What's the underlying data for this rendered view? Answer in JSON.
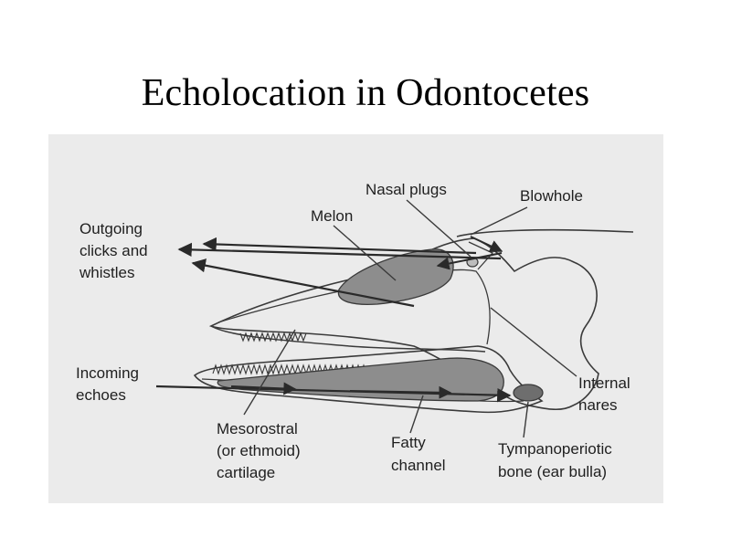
{
  "slide": {
    "title": "Echolocation in Odontocetes"
  },
  "diagram": {
    "labels": {
      "nasal_plugs": "Nasal plugs",
      "blowhole": "Blowhole",
      "melon": "Melon",
      "outgoing_1": "Outgoing",
      "outgoing_2": "clicks and",
      "outgoing_3": "whistles",
      "incoming_1": "Incoming",
      "incoming_2": "echoes",
      "internal_nares_1": "Internal",
      "internal_nares_2": "nares",
      "mesorostral_1": "Mesorostral",
      "mesorostral_2": "(or ethmoid)",
      "mesorostral_3": "cartilage",
      "fatty_1": "Fatty",
      "fatty_2": "channel",
      "tympano_1": "Tympanoperiotic",
      "tympano_2": "bone (ear bulla)"
    },
    "colors": {
      "panel": "#ebebeb",
      "outline": "#3a3a3a",
      "melon_fill": "#8d8d8d",
      "channel_fill": "#8d8d8d",
      "bulla_fill": "#6e6e6e"
    }
  }
}
